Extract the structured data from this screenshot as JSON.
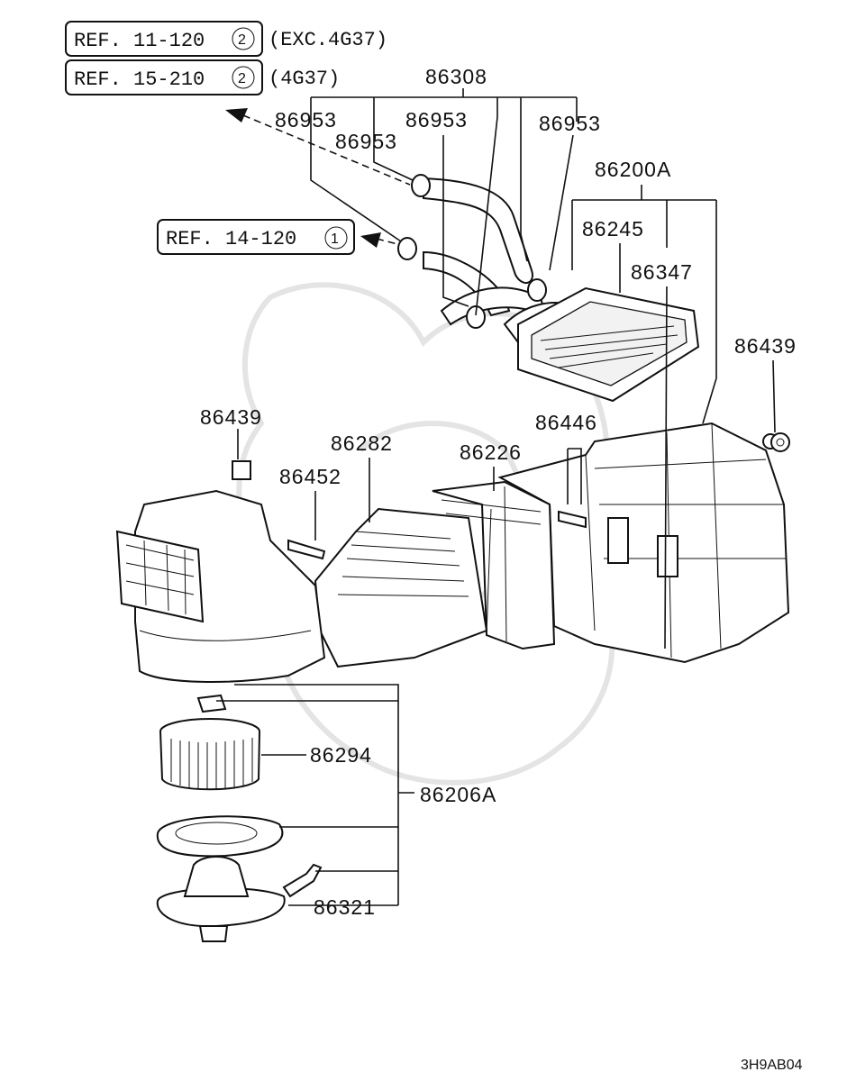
{
  "refs": {
    "ref1": {
      "text": "REF. 11-120",
      "circle": "2",
      "note": "(EXC.4G37)"
    },
    "ref2": {
      "text": "REF. 15-210",
      "circle": "2",
      "note": "(4G37)"
    },
    "ref3": {
      "text": "REF. 14-120",
      "circle": "1"
    }
  },
  "parts": {
    "p86308": "86308",
    "p86953_a": "86953",
    "p86953_b": "86953",
    "p86953_c": "86953",
    "p86953_d": "86953",
    "p86200A": "86200A",
    "p86245": "86245",
    "p86347": "86347",
    "p86439_a": "86439",
    "p86439_b": "86439",
    "p86446": "86446",
    "p86282": "86282",
    "p86226": "86226",
    "p86452": "86452",
    "p86294": "86294",
    "p86206A": "86206A",
    "p86321": "86321"
  },
  "figure_code": "3H9AB04"
}
